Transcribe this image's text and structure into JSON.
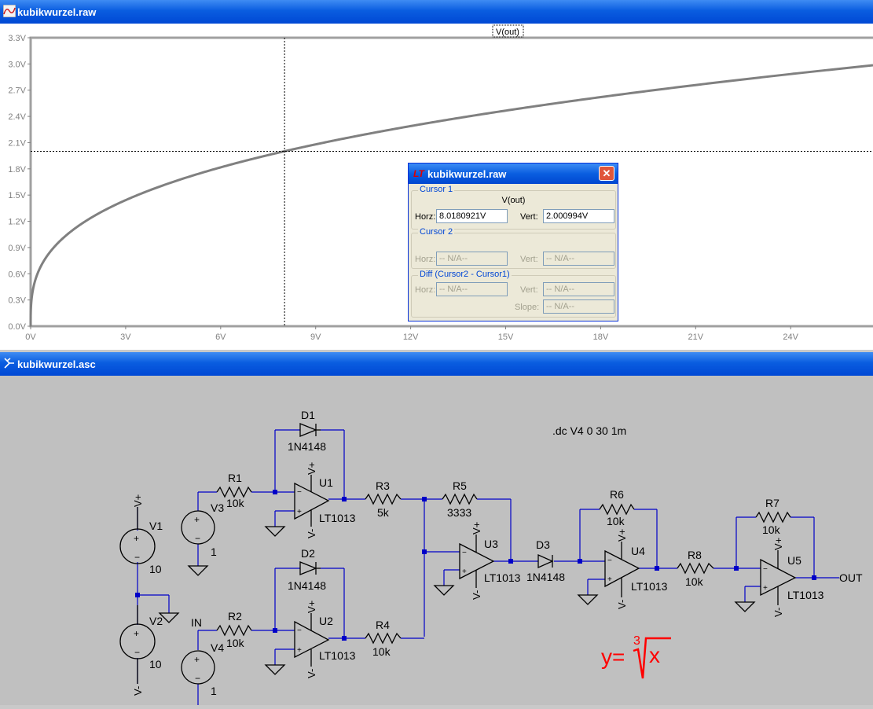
{
  "plot_window": {
    "title": "kubikwurzel.raw",
    "trace_label": "V(out)"
  },
  "chart_data": {
    "type": "line",
    "title": "V(out)",
    "xlabel": "",
    "ylabel": "",
    "x_ticks": [
      "0V",
      "3V",
      "6V",
      "9V",
      "12V",
      "15V",
      "18V",
      "21V",
      "24V"
    ],
    "y_ticks": [
      "0.0V",
      "0.3V",
      "0.6V",
      "0.9V",
      "1.2V",
      "1.5V",
      "1.8V",
      "2.1V",
      "2.4V",
      "2.7V",
      "3.0V",
      "3.3V"
    ],
    "xlim": [
      0,
      26.6
    ],
    "ylim": [
      0,
      3.3
    ],
    "grid": false,
    "series": [
      {
        "name": "V(out)",
        "function": "cube-root",
        "x_start": 0,
        "x_end": 26.6,
        "color": "#808080"
      }
    ],
    "cursor": {
      "x": 8.0180921,
      "y": 2.000994
    }
  },
  "cursor_dialog": {
    "title": "kubikwurzel.raw",
    "close_icon": "close-icon",
    "cursor1": {
      "label": "Cursor 1",
      "trace": "V(out)",
      "horz_label": "Horz:",
      "horz_value": "8.0180921V",
      "vert_label": "Vert:",
      "vert_value": "2.000994V"
    },
    "cursor2": {
      "label": "Cursor 2",
      "horz_label": "Horz:",
      "horz_value": "-- N/A--",
      "vert_label": "Vert:",
      "vert_value": "-- N/A--"
    },
    "diff": {
      "label": "Diff (Cursor2 - Cursor1)",
      "horz_label": "Horz:",
      "horz_value": "-- N/A--",
      "vert_label": "Vert:",
      "vert_value": "-- N/A--",
      "slope_label": "Slope:",
      "slope_value": "-- N/A--"
    }
  },
  "schematic_window": {
    "title": "kubikwurzel.asc",
    "directive": ".dc V4 0 30 1m",
    "formula": {
      "y": "y=",
      "index": "3",
      "radicand": "x",
      "color": "#ff0000"
    },
    "wire_color": "#0000c8",
    "labels": {
      "D1": "D1",
      "D1_model": "1N4148",
      "D2": "D2",
      "D2_model": "1N4148",
      "D3": "D3",
      "D3_model": "1N4148",
      "R1": "R1",
      "R1_val": "10k",
      "R2": "R2",
      "R2_val": "10k",
      "R3": "R3",
      "R3_val": "5k",
      "R4": "R4",
      "R4_val": "10k",
      "R5": "R5",
      "R5_val": "3333",
      "R6": "R6",
      "R6_val": "10k",
      "R7": "R7",
      "R7_val": "10k",
      "R8": "R8",
      "R8_val": "10k",
      "U1": "U1",
      "U2": "U2",
      "U3": "U3",
      "U4": "U4",
      "U5": "U5",
      "opamp_model": "LT1013",
      "V1": "V1",
      "V1_val": "10",
      "V2": "V2",
      "V2_val": "10",
      "V3": "V3",
      "V3_val": "1",
      "V4": "V4",
      "V4_val": "1",
      "vplus": "V+",
      "vminus": "V-",
      "in_label": "IN",
      "out_label": "OUT"
    }
  }
}
